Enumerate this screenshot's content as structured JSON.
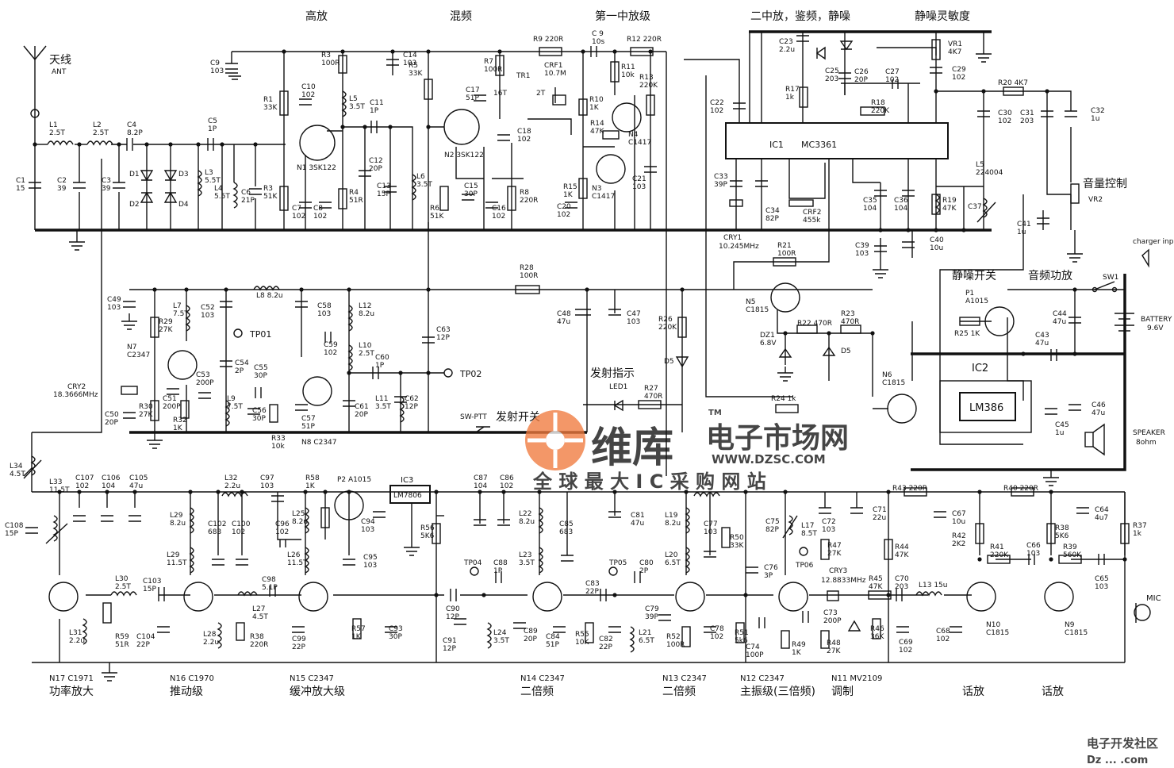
{
  "sections": {
    "rf_amp": "高放",
    "mixer": "混频",
    "if1": "第一中放级",
    "if2": "二中放，鉴频，静噪",
    "sq_sens": "静噪灵敏度",
    "antenna_cn": "天线",
    "antenna_en": "ANT",
    "tx_indicator": "发射指示",
    "tx_switch": "发射开关",
    "squelch_switch": "静噪开关",
    "audio_amp": "音频功放",
    "volume": "音量控制"
  },
  "bottom_labels": [
    {
      "ref": "N17  C1971",
      "cn": "功率放大"
    },
    {
      "ref": "N16  C1970",
      "cn": "推动级"
    },
    {
      "ref": "N15    C2347",
      "cn": "缓冲放大级"
    },
    {
      "ref": "N14  C2347",
      "cn": "二倍频"
    },
    {
      "ref": "N13    C2347",
      "cn": "二倍频"
    },
    {
      "ref": "N12    C2347",
      "cn": "主振级(三倍频)"
    },
    {
      "ref": "N11  MV2109",
      "cn": "调制"
    },
    {
      "ref": "",
      "cn": "话放"
    },
    {
      "ref": "",
      "cn": "话放"
    }
  ],
  "ics": {
    "ic1_ref": "IC1",
    "ic1_part": "MC3361",
    "ic2_ref": "IC2",
    "ic2_part": "LM386",
    "ic3_ref": "IC3",
    "ic3_part": "LM7806"
  },
  "test_points": [
    "TP01",
    "TP02",
    "TP04",
    "TP05",
    "TP06"
  ],
  "misc": {
    "charger": "charger input",
    "battery": "BATTERY",
    "battery_v": "9.6V",
    "speaker": "SPEAKER",
    "speaker_ohm": "8ohm",
    "mic": "MIC",
    "sw1": "SW1",
    "sw_ptt": "SW-PTT",
    "cry1": "CRY1",
    "cry1_f": "10.245MHz",
    "cry2": "CRY2",
    "cry2_f": "18.3666MHz",
    "cry3": "CRY3",
    "cry3_f": "12.8833MHz",
    "led": "LED1",
    "vr2": "VR2"
  },
  "components": [
    {
      "id": "L1",
      "t": "L1\n2.5T"
    },
    {
      "id": "L2",
      "t": "L2\n2.5T"
    },
    {
      "id": "C4",
      "t": "C4\n8.2P"
    },
    {
      "id": "C1",
      "t": "C1\n15"
    },
    {
      "id": "C2",
      "t": "C2\n39"
    },
    {
      "id": "C3",
      "t": "C3\n39"
    },
    {
      "id": "D1",
      "t": "D1"
    },
    {
      "id": "D2",
      "t": "D2"
    },
    {
      "id": "D3",
      "t": "D3"
    },
    {
      "id": "D4",
      "t": "D4"
    },
    {
      "id": "C5",
      "t": "C5\n1P"
    },
    {
      "id": "L3",
      "t": "L3\n5.5T"
    },
    {
      "id": "L4",
      "t": "L4\n5.5T"
    },
    {
      "id": "C6",
      "t": "C6\n21P"
    },
    {
      "id": "C9",
      "t": "C9\n103"
    },
    {
      "id": "R1",
      "t": "R1\n33K"
    },
    {
      "id": "R3a",
      "t": "R3\n100R"
    },
    {
      "id": "C10",
      "t": "C10\n102"
    },
    {
      "id": "L5a",
      "t": "L5\n3.5T"
    },
    {
      "id": "N1",
      "t": "N1  3SK122"
    },
    {
      "id": "R3b",
      "t": "R3\n51K"
    },
    {
      "id": "C7",
      "t": "C7\n102"
    },
    {
      "id": "C8",
      "t": "C8\n102"
    },
    {
      "id": "R4",
      "t": "R4\n51R"
    },
    {
      "id": "C11",
      "t": "C11\n1P"
    },
    {
      "id": "C12",
      "t": "C12\n20P"
    },
    {
      "id": "C13",
      "t": "C13\n15P"
    },
    {
      "id": "C14",
      "t": "C14\n103"
    },
    {
      "id": "R5",
      "t": "R5\n33K"
    },
    {
      "id": "L6",
      "t": "L6\n3.5T"
    },
    {
      "id": "R6",
      "t": "R6\n51K"
    },
    {
      "id": "C15",
      "t": "C15\n30P"
    },
    {
      "id": "N2",
      "t": "N2  3SK122"
    },
    {
      "id": "C16",
      "t": "C16\n102"
    },
    {
      "id": "R8",
      "t": "R8\n220R"
    },
    {
      "id": "R7",
      "t": "R7\n100R"
    },
    {
      "id": "TR1",
      "t": "TR1"
    },
    {
      "id": "C17",
      "t": "C17\n51P"
    },
    {
      "id": "T16",
      "t": "16T"
    },
    {
      "id": "T2",
      "t": "2T"
    },
    {
      "id": "C18",
      "t": "C18\n102"
    },
    {
      "id": "CRF1",
      "t": "CRF1\n10.7M"
    },
    {
      "id": "R9",
      "t": "R9  220R"
    },
    {
      "id": "C19",
      "t": "C 9\n10s"
    },
    {
      "id": "R12",
      "t": "R12  220R"
    },
    {
      "id": "R11",
      "t": "R11\n10k"
    },
    {
      "id": "R13",
      "t": "R13\n220K"
    },
    {
      "id": "R10",
      "t": "R10\n1K"
    },
    {
      "id": "R14",
      "t": "R14\n47K"
    },
    {
      "id": "N4",
      "t": "N4\nC1417"
    },
    {
      "id": "R15",
      "t": "R15\n1K"
    },
    {
      "id": "N3",
      "t": "N3\nC1417"
    },
    {
      "id": "C20",
      "t": "C20\n102"
    },
    {
      "id": "C21",
      "t": "C21\n103"
    },
    {
      "id": "C22",
      "t": "C22\n102"
    },
    {
      "id": "C23",
      "t": "C23\n2.2u"
    },
    {
      "id": "R17",
      "t": "R17\n1k"
    },
    {
      "id": "C25",
      "t": "C25\n203"
    },
    {
      "id": "C26",
      "t": "C26\n20P"
    },
    {
      "id": "C27",
      "t": "C27\n102"
    },
    {
      "id": "R18",
      "t": "R18\n220K"
    },
    {
      "id": "VR1",
      "t": "VR1\n4K7"
    },
    {
      "id": "C29",
      "t": "C29\n102"
    },
    {
      "id": "R20",
      "t": "R20 4K7"
    },
    {
      "id": "C30",
      "t": "C30\n102"
    },
    {
      "id": "C31",
      "t": "C31\n203"
    },
    {
      "id": "C32",
      "t": "C32\n1u"
    },
    {
      "id": "C33",
      "t": "C33\n39P"
    },
    {
      "id": "C34",
      "t": "C34\n82P"
    },
    {
      "id": "CRF2",
      "t": "CRF2\n455k"
    },
    {
      "id": "C35",
      "t": "C35\n104"
    },
    {
      "id": "C36",
      "t": "C36\n104"
    },
    {
      "id": "R19",
      "t": "R19\n47K"
    },
    {
      "id": "L5b",
      "t": "L5\n224004"
    },
    {
      "id": "C37",
      "t": "C37"
    },
    {
      "id": "C39",
      "t": "C39\n103"
    },
    {
      "id": "C40",
      "t": "C40\n10u"
    },
    {
      "id": "C41",
      "t": "C41\n1u"
    },
    {
      "id": "R21",
      "t": "R21\n100R"
    },
    {
      "id": "R28",
      "t": "R28\n100R"
    },
    {
      "id": "C49",
      "t": "C49\n103"
    },
    {
      "id": "L7",
      "t": "L7\n7.5T"
    },
    {
      "id": "L8",
      "t": "L8  8.2u"
    },
    {
      "id": "C52",
      "t": "C52\n103"
    },
    {
      "id": "C58",
      "t": "C58\n103"
    },
    {
      "id": "L12",
      "t": "L12\n8.2u"
    },
    {
      "id": "R29",
      "t": "R29\n27K"
    },
    {
      "id": "N7",
      "t": "N7\nC2347"
    },
    {
      "id": "C59",
      "t": "C59\n102"
    },
    {
      "id": "L10",
      "t": "L10\n2.5T"
    },
    {
      "id": "C60",
      "t": "C60\n1P"
    },
    {
      "id": "C54",
      "t": "C54\n2P"
    },
    {
      "id": "C53",
      "t": "C53\n200P"
    },
    {
      "id": "C55",
      "t": "C55\n30P"
    },
    {
      "id": "L9",
      "t": "L9\n7.5T"
    },
    {
      "id": "C56",
      "t": "C56\n30P"
    },
    {
      "id": "C51",
      "t": "C51\n200P"
    },
    {
      "id": "R30",
      "t": "R30\n27K"
    },
    {
      "id": "R32",
      "t": "R32\n1K"
    },
    {
      "id": "C50",
      "t": "C50\n20P"
    },
    {
      "id": "R33",
      "t": "R33\n10k"
    },
    {
      "id": "C57",
      "t": "C57\n51P"
    },
    {
      "id": "N8",
      "t": "N8  C2347"
    },
    {
      "id": "C61",
      "t": "C61\n20P"
    },
    {
      "id": "L11",
      "t": "L11\n3.5T"
    },
    {
      "id": "C62",
      "t": "C62\n12P"
    },
    {
      "id": "C63",
      "t": "C63\n12P"
    },
    {
      "id": "C48",
      "t": "C48\n47u"
    },
    {
      "id": "C47",
      "t": "C47\n103"
    },
    {
      "id": "R26",
      "t": "R26\n220K"
    },
    {
      "id": "D5a",
      "t": "D5"
    },
    {
      "id": "R27",
      "t": "R27\n470R"
    },
    {
      "id": "N5",
      "t": "N5\nC1815"
    },
    {
      "id": "R22",
      "t": "R22 470R"
    },
    {
      "id": "R23",
      "t": "R23\n470R"
    },
    {
      "id": "DZ1",
      "t": "DZ1\n6.8V"
    },
    {
      "id": "D5b",
      "t": "D5"
    },
    {
      "id": "R24",
      "t": "R24  1k"
    },
    {
      "id": "N6",
      "t": "N6\nC1815"
    },
    {
      "id": "P1",
      "t": "P1\nA1015"
    },
    {
      "id": "R25",
      "t": "R25    1K"
    },
    {
      "id": "C43",
      "t": "C43\n47u"
    },
    {
      "id": "C44",
      "t": "C44\n47u"
    },
    {
      "id": "C45",
      "t": "C45\n1u"
    },
    {
      "id": "C46",
      "t": "C46\n47u"
    },
    {
      "id": "L34",
      "t": "L34\n4.5T"
    },
    {
      "id": "L33",
      "t": "L33\n11.5T"
    },
    {
      "id": "C107",
      "t": "C107\n102"
    },
    {
      "id": "C106",
      "t": "C106\n104"
    },
    {
      "id": "C105",
      "t": "C105\n47u"
    },
    {
      "id": "C108",
      "t": "C108\n15P"
    },
    {
      "id": "L32",
      "t": "L32\n2.2u"
    },
    {
      "id": "C97",
      "t": "C97\n103"
    },
    {
      "id": "R58",
      "t": "R58\n1K"
    },
    {
      "id": "P2",
      "t": "P2   A1015"
    },
    {
      "id": "C87",
      "t": "C87\n104"
    },
    {
      "id": "C86",
      "t": "C86\n102"
    },
    {
      "id": "L29a",
      "t": "L29\n8.2u"
    },
    {
      "id": "C102",
      "t": "C102\n683"
    },
    {
      "id": "C100",
      "t": "C100\n102"
    },
    {
      "id": "C96",
      "t": "C96\n102"
    },
    {
      "id": "L25",
      "t": "L25\n8.2u"
    },
    {
      "id": "C94",
      "t": "C94\n103"
    },
    {
      "id": "C95",
      "t": "C95\n103"
    },
    {
      "id": "R56",
      "t": "R56\n5K6"
    },
    {
      "id": "L22",
      "t": "L22\n8.2u"
    },
    {
      "id": "C85",
      "t": "C85\n683"
    },
    {
      "id": "C81",
      "t": "C81\n47u"
    },
    {
      "id": "L19",
      "t": "L19\n8.2u"
    },
    {
      "id": "C77",
      "t": "C77\n103"
    },
    {
      "id": "R50",
      "t": "R50\n33K"
    },
    {
      "id": "C75",
      "t": "C75\n82P"
    },
    {
      "id": "L17",
      "t": "L17\n8.5T"
    },
    {
      "id": "C72",
      "t": "C72\n103"
    },
    {
      "id": "C71",
      "t": "C71\n22u"
    },
    {
      "id": "R43",
      "t": "R43    220R"
    },
    {
      "id": "C67",
      "t": "C67\n10u"
    },
    {
      "id": "R42",
      "t": "R42\n2K2"
    },
    {
      "id": "R40",
      "t": "R40    220R"
    },
    {
      "id": "C64",
      "t": "C64\n4u7"
    },
    {
      "id": "R38",
      "t": "R38\n5K6"
    },
    {
      "id": "R37",
      "t": "R37\n1k"
    },
    {
      "id": "L29b",
      "t": "L29\n11.5T"
    },
    {
      "id": "L26",
      "t": "L26\n11.5T"
    },
    {
      "id": "L30",
      "t": "L30\n2.5T"
    },
    {
      "id": "C103",
      "t": "C103\n15P"
    },
    {
      "id": "C98",
      "t": "C98\n5.1P"
    },
    {
      "id": "L27",
      "t": "L27\n4.5T"
    },
    {
      "id": "L31",
      "t": "L31\n2.2u"
    },
    {
      "id": "R59",
      "t": "R59\n51R"
    },
    {
      "id": "C104",
      "t": "C104\n22P"
    },
    {
      "id": "L28",
      "t": "L28\n2.2u"
    },
    {
      "id": "R38b",
      "t": "R38\n220R"
    },
    {
      "id": "C99",
      "t": "C99\n22P"
    },
    {
      "id": "R57",
      "t": "R57\n1K"
    },
    {
      "id": "C93",
      "t": "C93\n30P"
    },
    {
      "id": "C88",
      "t": "C88\n1P"
    },
    {
      "id": "C90",
      "t": "C90\n12P"
    },
    {
      "id": "C91",
      "t": "C91\n12P"
    },
    {
      "id": "L24",
      "t": "L24\n3.5T"
    },
    {
      "id": "C89",
      "t": "C89\n20P"
    },
    {
      "id": "L23",
      "t": "L23\n3.5T"
    },
    {
      "id": "C83",
      "t": "C83\n22P"
    },
    {
      "id": "C84",
      "t": "C84\n51P"
    },
    {
      "id": "R55",
      "t": "R55\n10K"
    },
    {
      "id": "C82",
      "t": "C82\n22P"
    },
    {
      "id": "C80",
      "t": "C80\n2P"
    },
    {
      "id": "L21",
      "t": "L21\n6.5T"
    },
    {
      "id": "C79",
      "t": "C79\n39P"
    },
    {
      "id": "L20",
      "t": "L20\n6.5T"
    },
    {
      "id": "R52",
      "t": "R52\n100R"
    },
    {
      "id": "C78",
      "t": "C78\n102"
    },
    {
      "id": "R51",
      "t": "R51\n5k6"
    },
    {
      "id": "C76",
      "t": "C76\n3P"
    },
    {
      "id": "C74",
      "t": "C74\n100P"
    },
    {
      "id": "R49",
      "t": "R49\n1K"
    },
    {
      "id": "C73",
      "t": "C73\n200P"
    },
    {
      "id": "R48",
      "t": "R48\n27K"
    },
    {
      "id": "R47",
      "t": "R47\n27K"
    },
    {
      "id": "R45",
      "t": "R45\n47K"
    },
    {
      "id": "R46",
      "t": "R46\n36K"
    },
    {
      "id": "R44",
      "t": "R44\n47K"
    },
    {
      "id": "C70",
      "t": "C70\n203"
    },
    {
      "id": "C69",
      "t": "C69\n102"
    },
    {
      "id": "L13",
      "t": "L13  15u"
    },
    {
      "id": "C68",
      "t": "C68\n102"
    },
    {
      "id": "R41",
      "t": "R41\n220K"
    },
    {
      "id": "C66",
      "t": "C66\n103"
    },
    {
      "id": "R39",
      "t": "R39\n560K"
    },
    {
      "id": "C65",
      "t": "C65\n103"
    },
    {
      "id": "N10",
      "t": "N10\nC1815"
    },
    {
      "id": "N9",
      "t": "N9\nC1815"
    }
  ],
  "watermark": {
    "brand": "维库",
    "site_cn": "电子市场网",
    "url": "WWW.DZSC.COM",
    "slogan": "全 球 最 大  I C  采 购 网 站",
    "tm": "TM",
    "corner_cn": "电子开发社区",
    "corner_url": "Dz ... .com"
  },
  "colors": {
    "wire": "#111111",
    "watermark": "#f07a3e"
  }
}
